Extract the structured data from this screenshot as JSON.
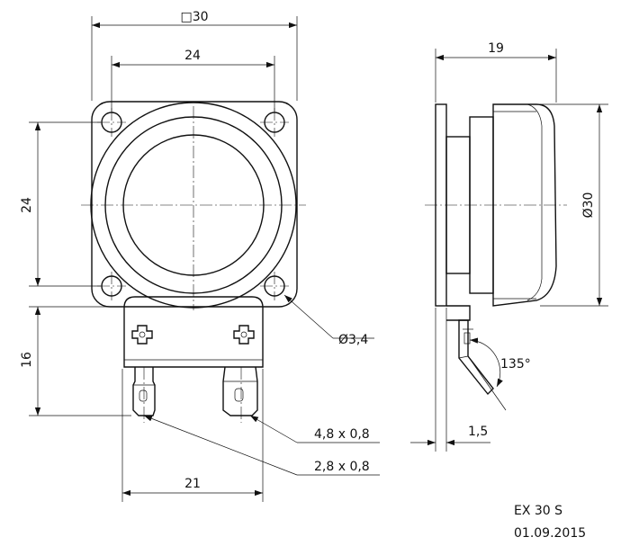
{
  "dimensions": {
    "square_width": "□30",
    "hole_spacing_horizontal": "24",
    "hole_spacing_vertical": "24",
    "terminal_height": "16",
    "terminal_spacing": "21",
    "hole_diameter": "Ø3,4",
    "tab_large": "4,8 x 0,8",
    "tab_small": "2,8 x 0,8",
    "depth": "19",
    "diameter": "Ø30",
    "flange_thickness": "1,5",
    "bend_angle": "135°"
  },
  "title_block": {
    "model": "EX 30 S",
    "date": "01.09.2015"
  }
}
